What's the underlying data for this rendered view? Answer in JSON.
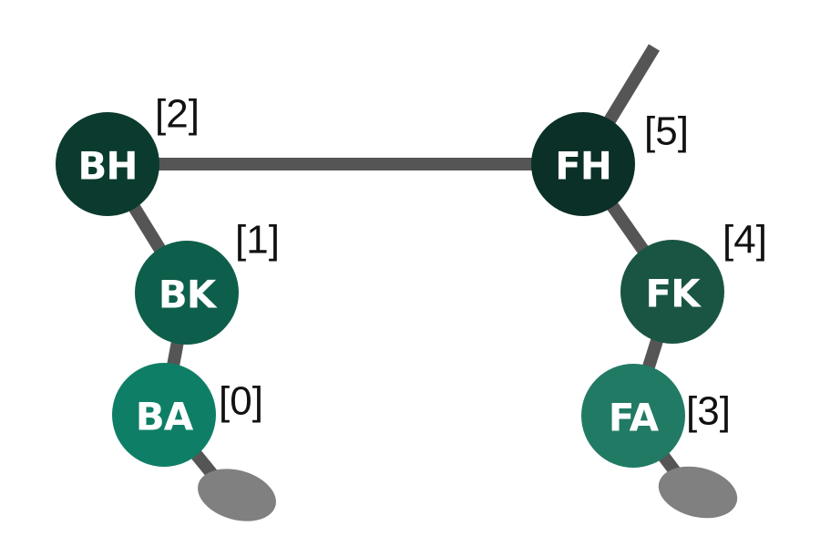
{
  "joints": [
    {
      "id": "BA",
      "label": "BA",
      "index": "[0]",
      "color": "#0e7f66"
    },
    {
      "id": "BK",
      "label": "BK",
      "index": "[1]",
      "color": "#0d5e4a"
    },
    {
      "id": "BH",
      "label": "BH",
      "index": "[2]",
      "color": "#0b3b2e"
    },
    {
      "id": "FA",
      "label": "FA",
      "index": "[3]",
      "color": "#217a64"
    },
    {
      "id": "FK",
      "label": "FK",
      "index": "[4]",
      "color": "#1a5544"
    },
    {
      "id": "FH",
      "label": "FH",
      "index": "[5]",
      "color": "#0b3027"
    }
  ],
  "colors": {
    "limb": "#555555",
    "foot": "#808080",
    "joint_text": "#ffffff",
    "index_text": "#111111"
  }
}
